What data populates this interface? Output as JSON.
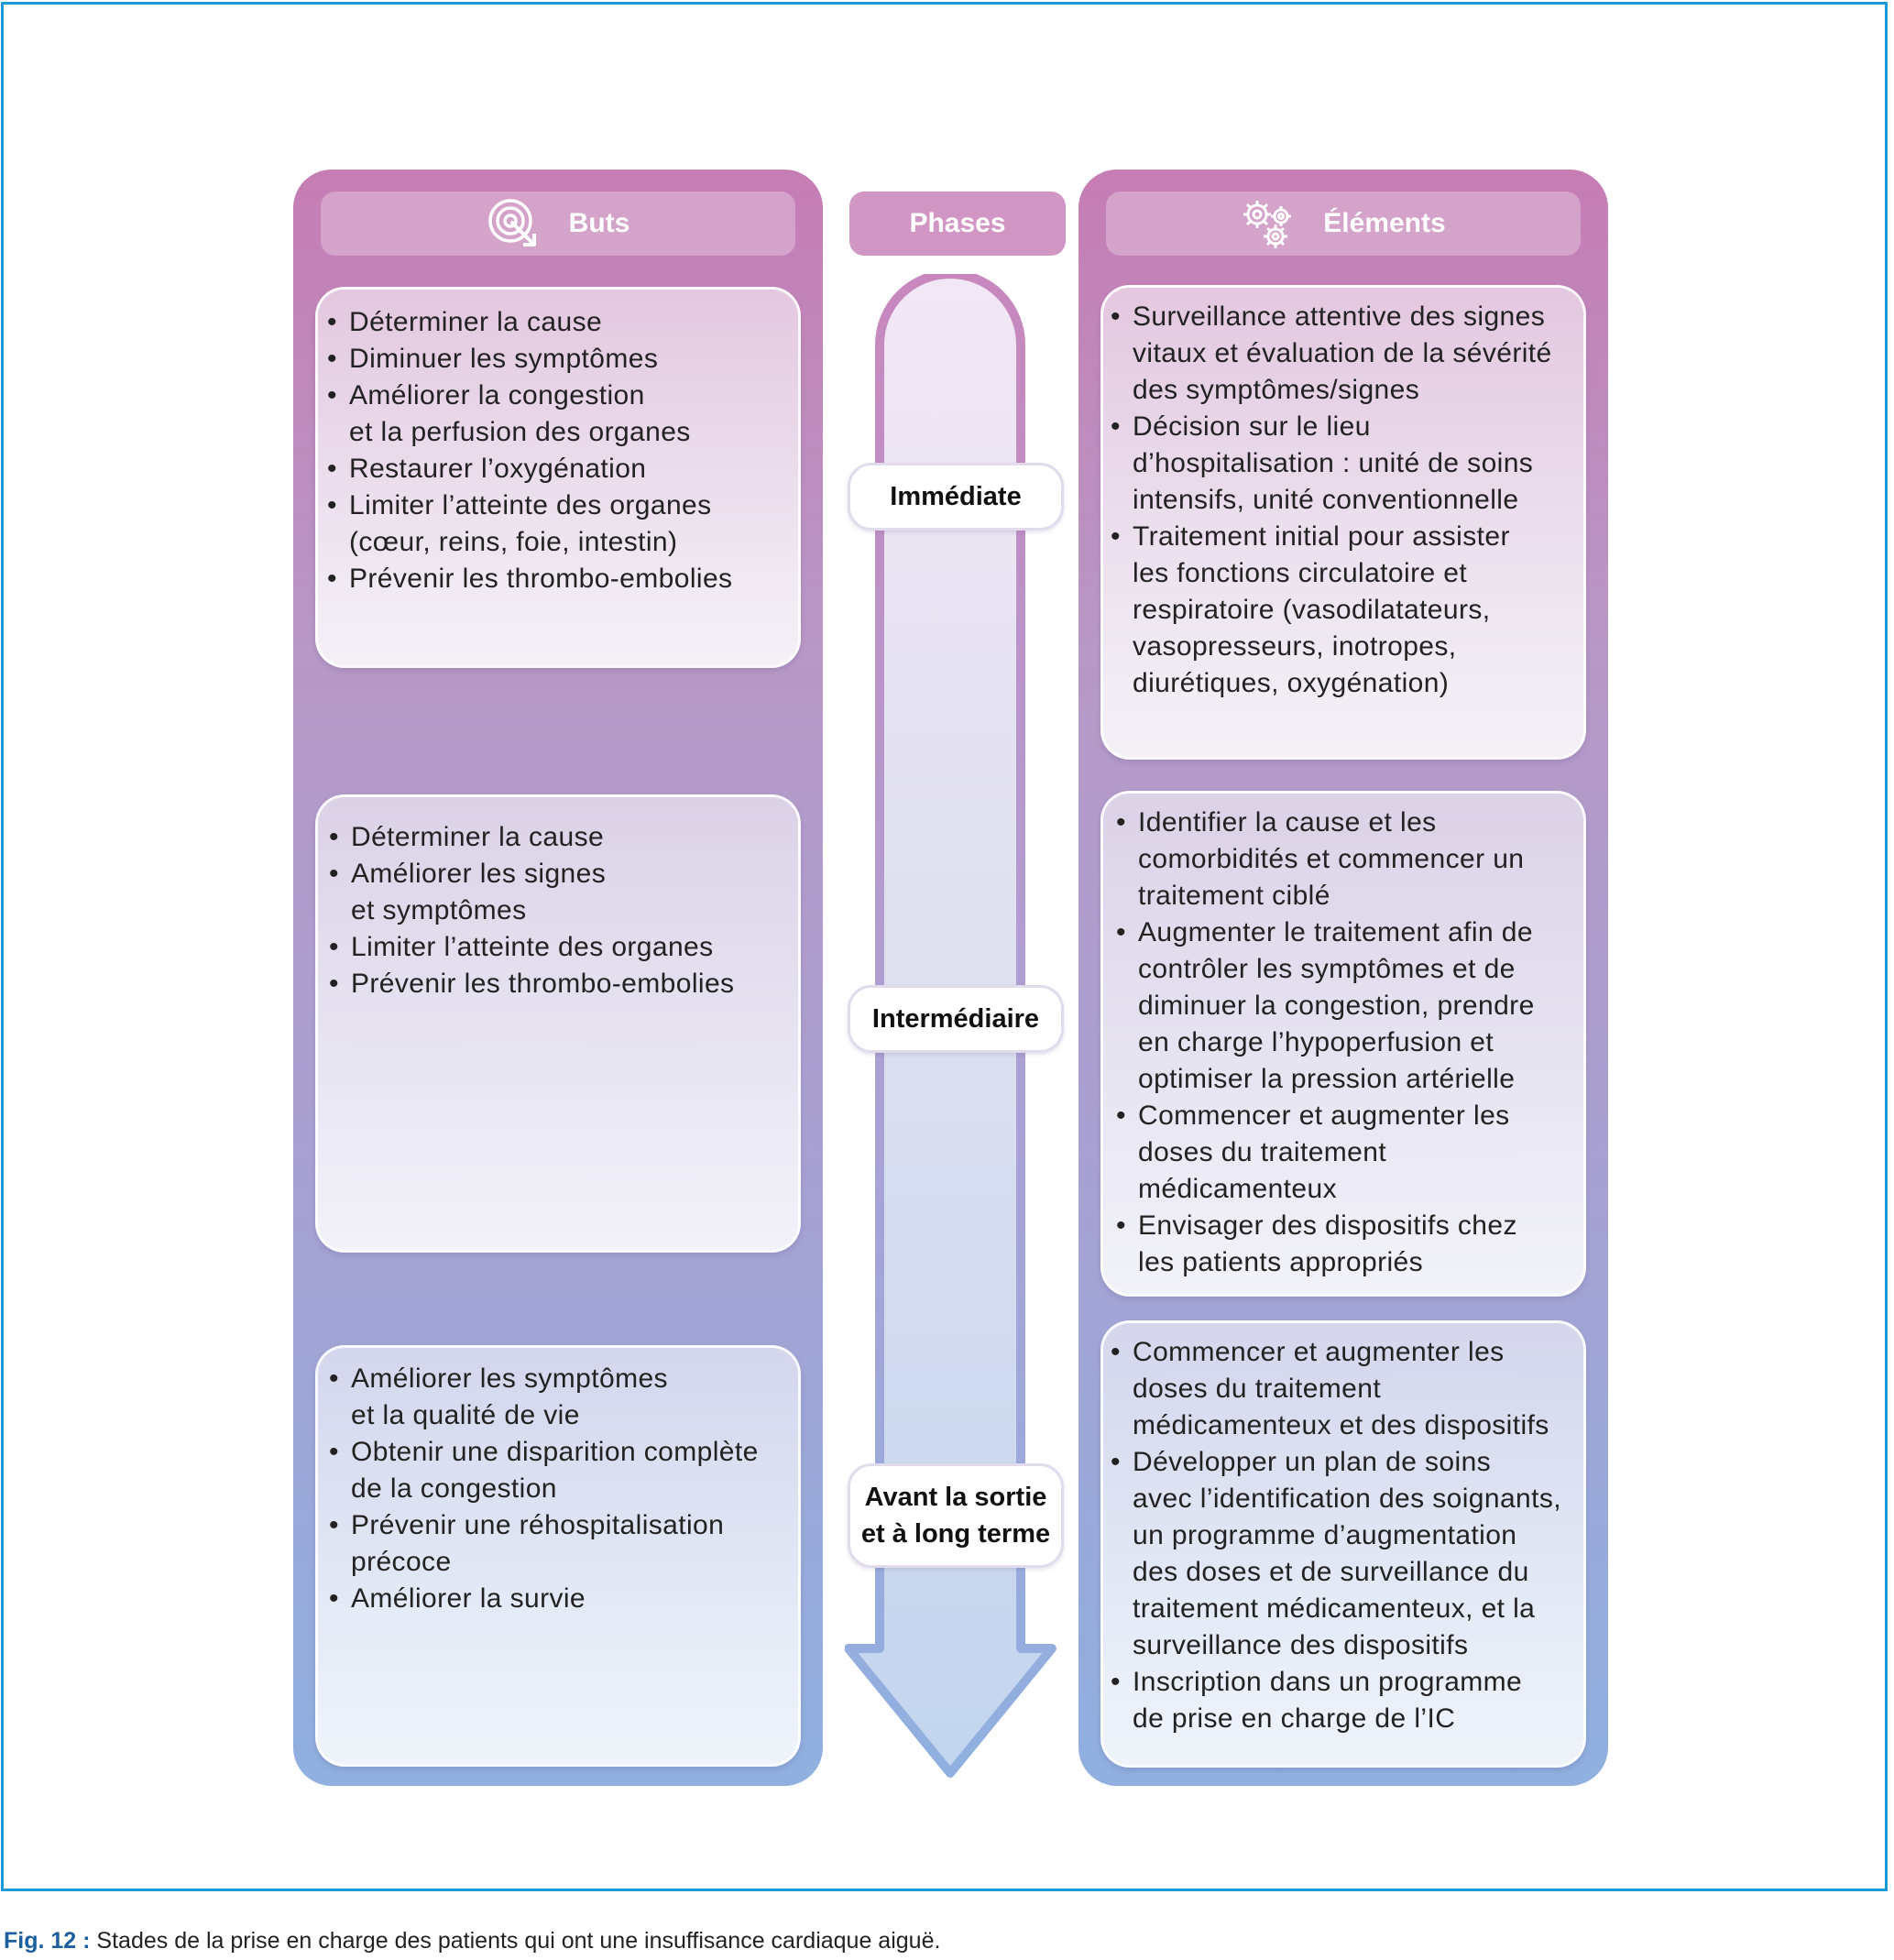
{
  "headers": {
    "goals": "Buts",
    "phases": "Phases",
    "elements": "Éléments"
  },
  "phases": [
    "Immédiate",
    "Intermédiaire",
    "Avant la sortie\net à long terme"
  ],
  "goals": [
    [
      "Déterminer la cause",
      "Diminuer les symptômes",
      "Améliorer la congestion\net la perfusion des organes",
      "Restaurer l’oxygénation",
      "Limiter l’atteinte des organes\n(cœur, reins, foie, intestin)",
      "Prévenir les thrombo-embolies"
    ],
    [
      "Déterminer la cause",
      "Améliorer les signes\net symptômes",
      "Limiter l’atteinte des organes",
      "Prévenir les thrombo-embolies"
    ],
    [
      "Améliorer les symptômes\net la qualité de vie",
      "Obtenir une disparition complète\nde la congestion",
      "Prévenir une réhospitalisation\nprécoce",
      "Améliorer la survie"
    ]
  ],
  "elements": [
    [
      "Surveillance attentive des signes\nvitaux et évaluation de la sévérité\ndes symptômes/signes",
      "Décision sur le lieu\nd’hospitalisation : unité de soins\nintensifs, unité conventionnelle",
      "Traitement initial pour assister\nles fonctions circulatoire et\nrespiratoire (vasodilatateurs,\nvasopresseurs, inotropes,\ndiurétiques, oxygénation)"
    ],
    [
      "Identifier la cause et les\ncomorbidités et commencer un\ntraitement ciblé",
      "Augmenter le traitement afin de\ncontrôler les symptômes et de\ndiminuer la congestion, prendre\nen charge l’hypoperfusion et\noptimiser la pression artérielle",
      "Commencer et augmenter les\ndoses du traitement\nmédicamenteux",
      "Envisager des dispositifs chez\nles patients appropriés"
    ],
    [
      "Commencer et augmenter les\ndoses du traitement\nmédicamenteux et des dispositifs",
      "Développer un plan de soins\navec l’identification des soignants,\nun programme d’augmentation\ndes doses et de surveillance du\ntraitement médicamenteux, et la\nsurveillance des dispositifs",
      "Inscription dans un programme\nde prise en charge de l’IC"
    ]
  ],
  "caption": {
    "label": "Fig. 12 :",
    "text": " Stades de la prise en charge des patients qui ont une insuffisance cardiaque aiguë."
  },
  "icons": {
    "goals": "target-arrow-icon",
    "elements": "gears-icon"
  },
  "colors": {
    "frame": "#1a9ad6",
    "column_top": "#c67db4",
    "column_bottom": "#8fb0e0",
    "caption_label": "#1b5fa0"
  }
}
